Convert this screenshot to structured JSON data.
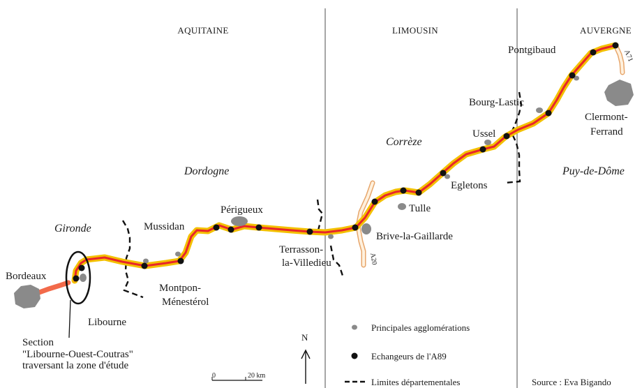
{
  "regions": {
    "aquitaine": "AQUITAINE",
    "limousin": "LIMOUSIN",
    "auvergne": "AUVERGNE"
  },
  "departments": {
    "gironde": "Gironde",
    "dordogne": "Dordogne",
    "correze": "Corrèze",
    "puy_de_dome": "Puy-de-Dôme"
  },
  "cities": {
    "bordeaux": "Bordeaux",
    "libourne": "Libourne",
    "mussidan": "Mussidan",
    "montpon_1": "Montpon-",
    "montpon_2": "Ménestérol",
    "perigueux": "Périgueux",
    "terrasson_1": "Terrasson-",
    "terrasson_2": "la-Villedieu",
    "brive": "Brive-la-Gaillarde",
    "tulle": "Tulle",
    "egletons": "Egletons",
    "ussel": "Ussel",
    "bourg_lastic": "Bourg-Lastic",
    "pontgibaud": "Pontgibaud",
    "clermont_1": "Clermont-",
    "clermont_2": "Ferrand"
  },
  "roads": {
    "a20": "A20",
    "a71": "A71"
  },
  "section_label": {
    "line1": "Section",
    "line2": "\"Libourne-Ouest-Coutras\"",
    "line3": "traversant la zone d'étude"
  },
  "legend": {
    "agglomerations": "Principales agglomérations",
    "echangeurs": "Echangeurs de l'A89",
    "limites": "Limites départementales"
  },
  "scale": {
    "zero": "0",
    "twenty": "20 km"
  },
  "north": "N",
  "source": "Source : Eva Bigando",
  "colors": {
    "motorway_core": "#e8252a",
    "motorway_casing": "#f5c500",
    "bordeaux_branch": "#f26a4a",
    "secondary_road": "#f6d3a8",
    "agglomeration": "#8a8a8a",
    "interchange": "#111111"
  }
}
